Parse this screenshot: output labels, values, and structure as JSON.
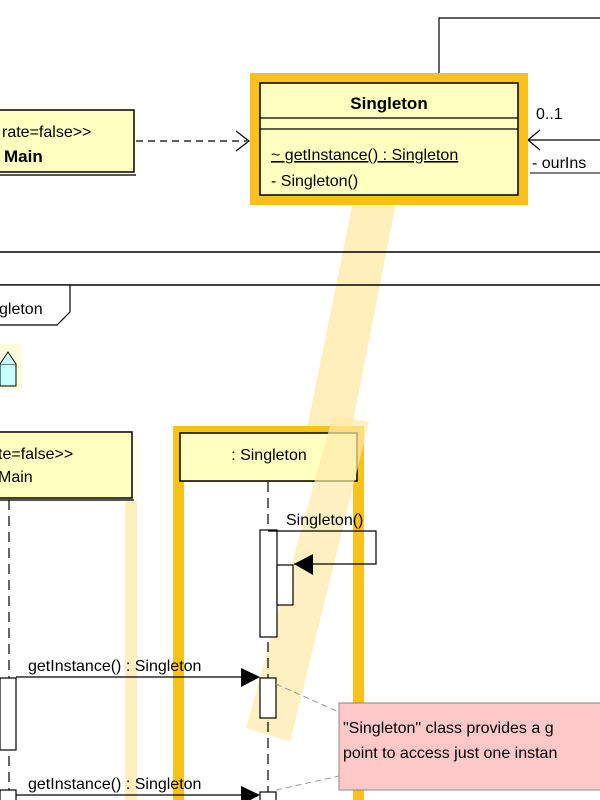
{
  "class_diagram": {
    "main_class": {
      "stereotype": "rate=false>>",
      "name": "Main"
    },
    "singleton_class": {
      "name": "Singleton",
      "operations": [
        "~ getInstance() : Singleton",
        "- Singleton()"
      ]
    },
    "self_association": {
      "multiplicity": "0..1",
      "role": "- ourIns"
    }
  },
  "sequence_diagram": {
    "frame_label": "gleton",
    "main_lifeline": {
      "stereotype": "te=false>>",
      "name": "Main"
    },
    "singleton_lifeline": {
      "name": ": Singleton"
    },
    "messages": [
      "Singleton()",
      "getInstance() : Singleton",
      "getInstance() : Singleton"
    ],
    "note": {
      "line1": "\"Singleton\" class provides a g",
      "line2": "point to access just one instan"
    }
  },
  "colors": {
    "class_fill": "#ffffc0",
    "highlight": "#f9c21a",
    "highlight_soft": "#fde9a6",
    "note_fill": "#ffc8c8",
    "package_fill": "#c8ffff"
  }
}
